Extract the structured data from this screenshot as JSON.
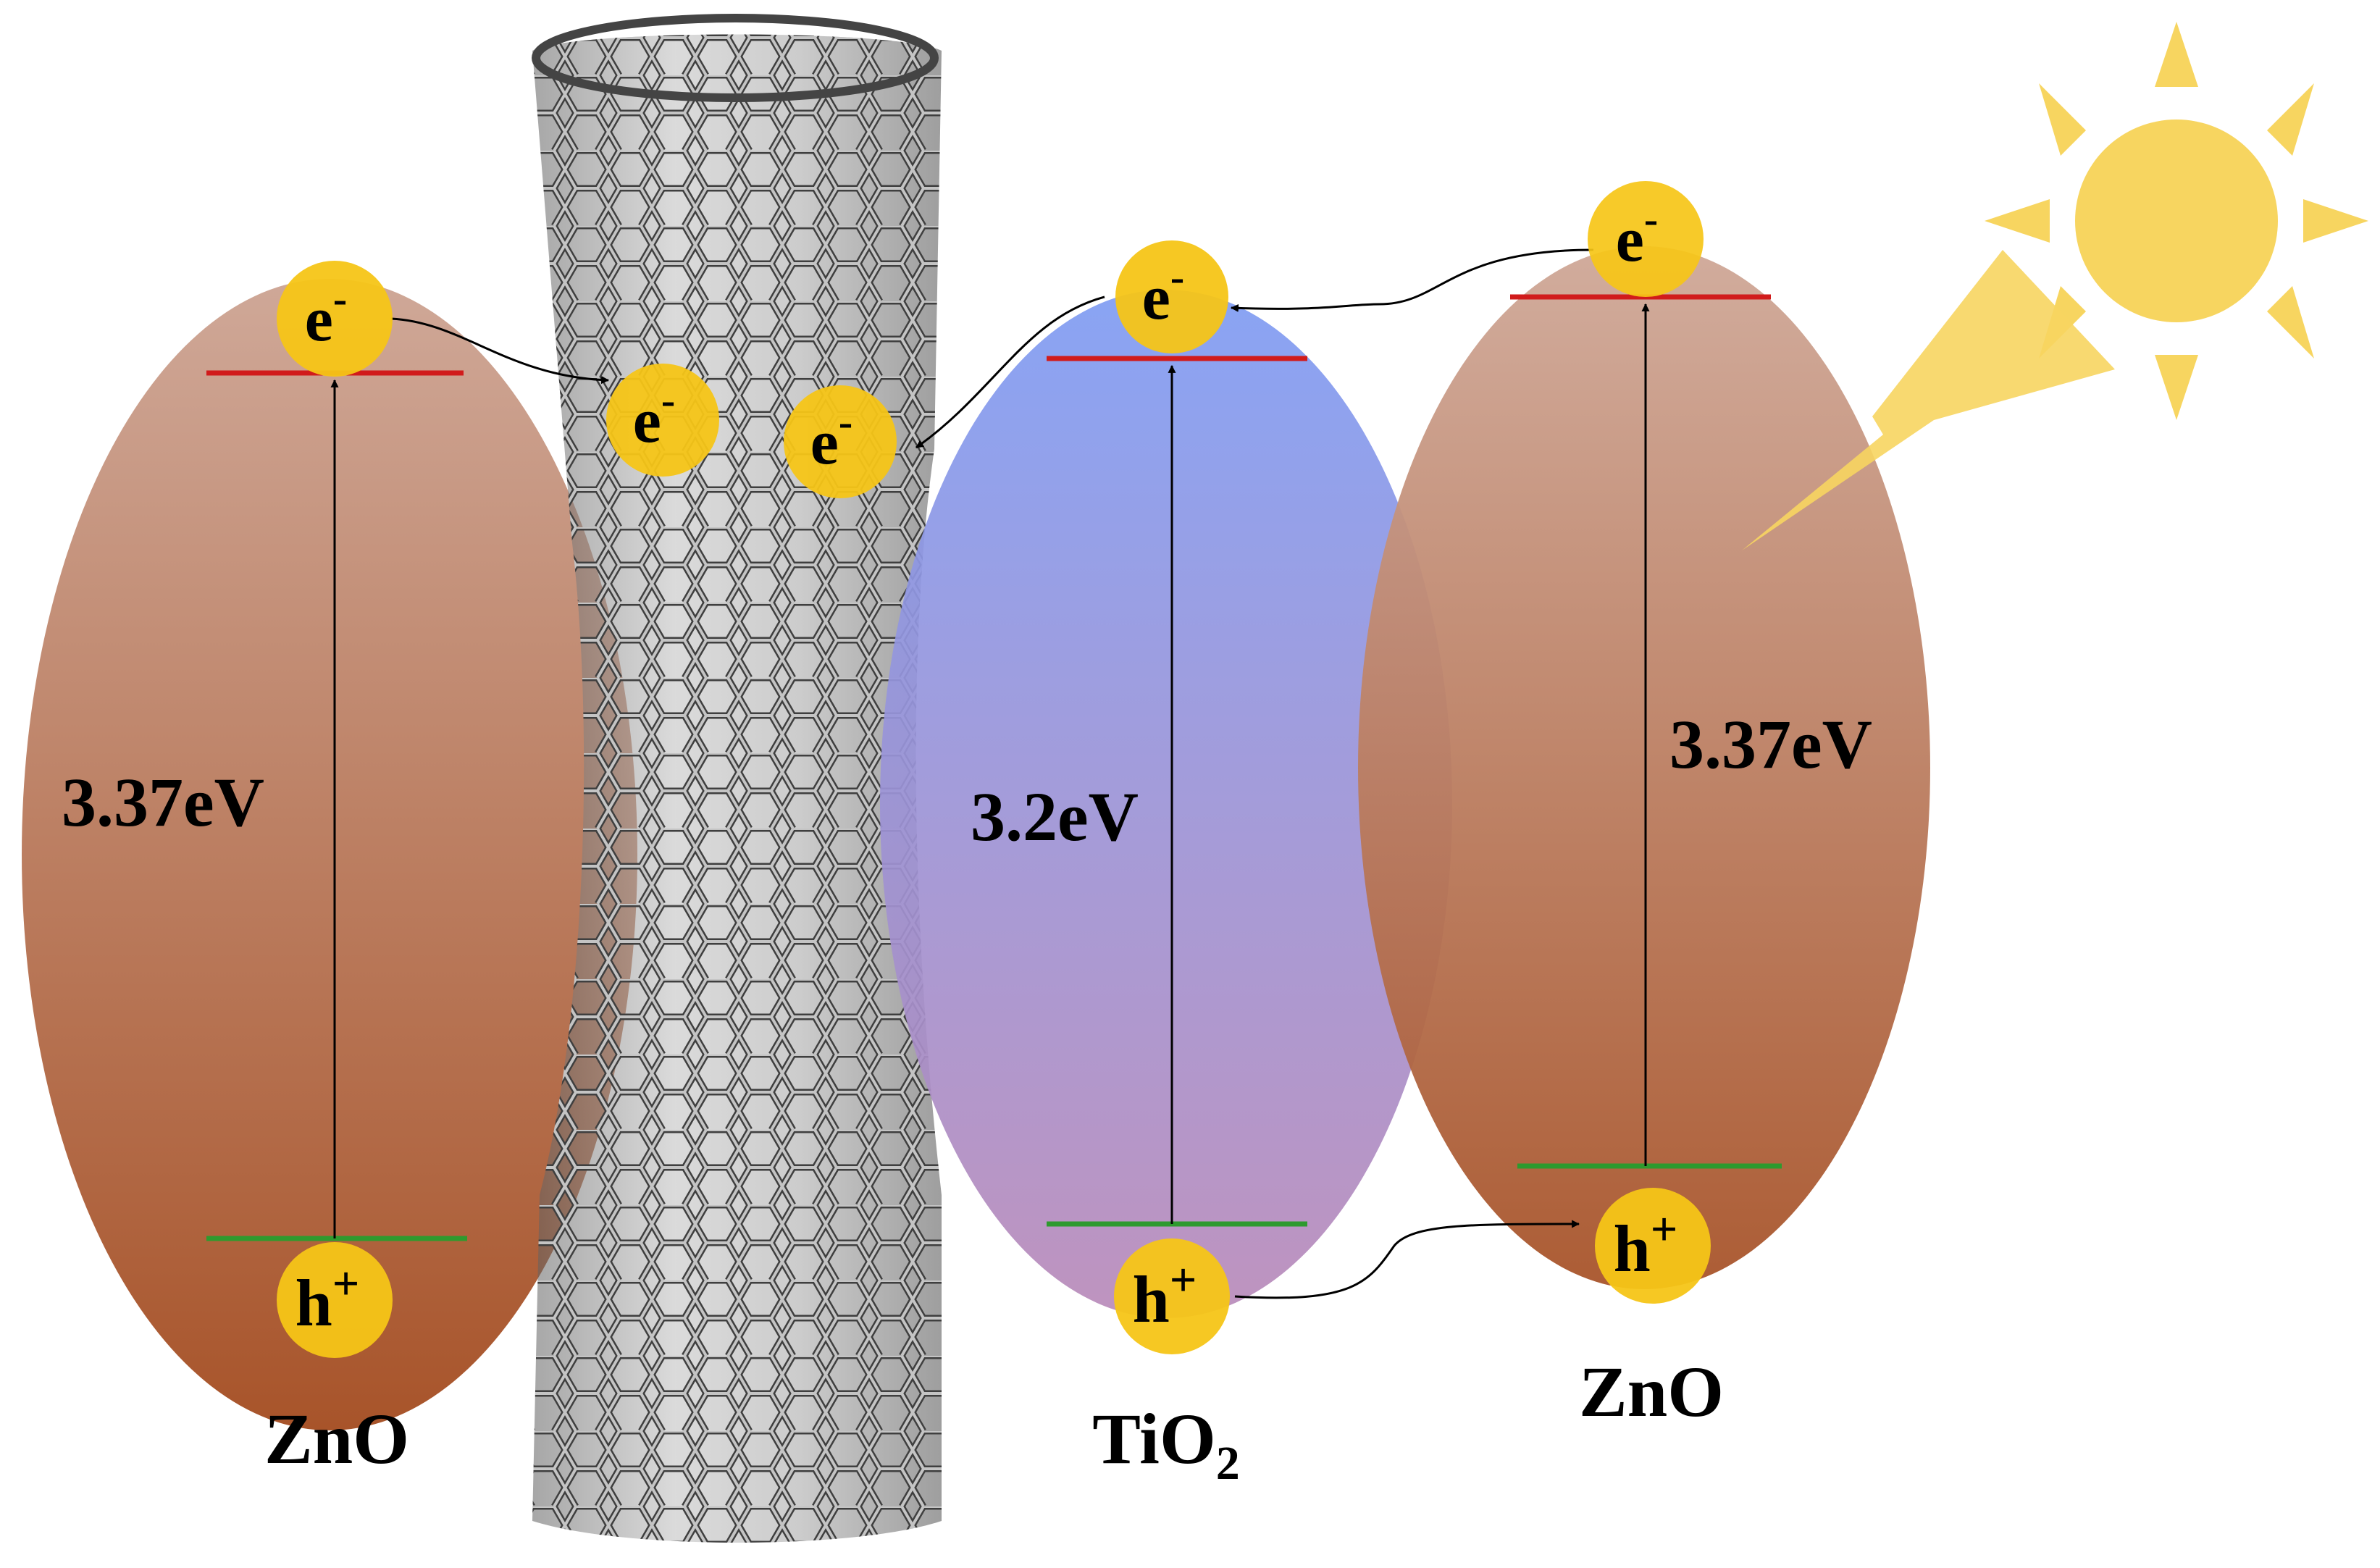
{
  "colors": {
    "zno_top": "#caa391",
    "zno_bottom": "#a9582e",
    "tio2_top": "#7f9bf1",
    "tio2_bottom": "#b38ac0",
    "particle": "#f6c517",
    "conduction_band": "#d11b1b",
    "valence_band": "#2e9a2e",
    "nanotube": "#8f8f8f",
    "sun": "#f7d560"
  },
  "particles": {
    "electron": "e",
    "electron_sign": "-",
    "hole": "h",
    "hole_sign": "+"
  },
  "zno_left": {
    "name": "ZnO",
    "band_gap": "3.37eV"
  },
  "tio2": {
    "name_main": "TiO",
    "name_sub": "2",
    "band_gap": "3.2eV"
  },
  "zno_right": {
    "name": "ZnO",
    "band_gap": "3.37eV"
  },
  "icons": [
    "sun-icon",
    "lightning-icon",
    "carbon-nanotube-icon"
  ]
}
